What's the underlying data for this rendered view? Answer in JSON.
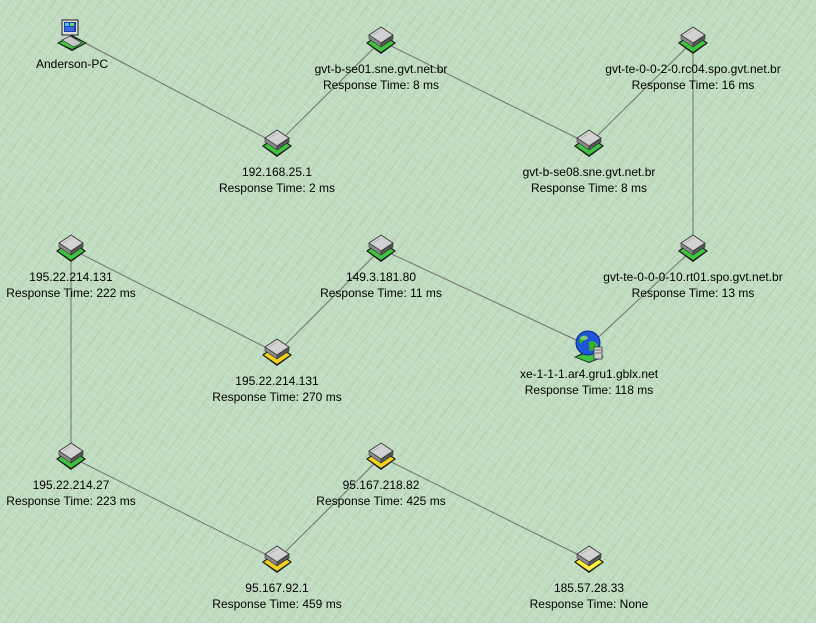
{
  "nodes": [
    {
      "id": "anderson-pc",
      "type": "pc",
      "status": "ok",
      "name": "Anderson-PC",
      "response": ""
    },
    {
      "id": "gw",
      "type": "router",
      "status": "ok",
      "name": "192.168.25.1",
      "response": "Response Time: 2 ms"
    },
    {
      "id": "se01",
      "type": "router",
      "status": "ok",
      "name": "gvt-b-se01.sne.gvt.net.br",
      "response": "Response Time: 8 ms"
    },
    {
      "id": "se08",
      "type": "router",
      "status": "ok",
      "name": "gvt-b-se08.sne.gvt.net.br",
      "response": "Response Time: 8 ms"
    },
    {
      "id": "rc04",
      "type": "router",
      "status": "ok",
      "name": "gvt-te-0-0-2-0.rc04.spo.gvt.net.br",
      "response": "Response Time: 16 ms"
    },
    {
      "id": "rt01",
      "type": "router",
      "status": "ok",
      "name": "gvt-te-0-0-0-10.rt01.spo.gvt.net.br",
      "response": "Response Time: 13 ms"
    },
    {
      "id": "gblx",
      "type": "globe",
      "status": "ok",
      "name": "xe-1-1-1.ar4.gru1.gblx.net",
      "response": "Response Time: 118 ms"
    },
    {
      "id": "n149",
      "type": "router",
      "status": "ok",
      "name": "149.3.181.80",
      "response": "Response Time: 11 ms"
    },
    {
      "id": "n195b",
      "type": "router",
      "status": "warn",
      "name": "195.22.214.131",
      "response": "Response Time: 270 ms"
    },
    {
      "id": "n195a",
      "type": "router",
      "status": "ok",
      "name": "195.22.214.131",
      "response": "Response Time: 222 ms"
    },
    {
      "id": "n19527",
      "type": "router",
      "status": "ok",
      "name": "195.22.214.27",
      "response": "Response Time: 223 ms"
    },
    {
      "id": "n9592",
      "type": "router",
      "status": "warn",
      "name": "95.167.92.1",
      "response": "Response Time: 459 ms"
    },
    {
      "id": "n95218",
      "type": "router",
      "status": "warn",
      "name": "95.167.218.82",
      "response": "Response Time: 425 ms"
    },
    {
      "id": "n18557",
      "type": "router",
      "status": "down",
      "name": "185.57.28.33",
      "response": "Response Time: None"
    }
  ],
  "links": [
    [
      "anderson-pc",
      "gw"
    ],
    [
      "gw",
      "se01"
    ],
    [
      "se01",
      "se08"
    ],
    [
      "se08",
      "rc04"
    ],
    [
      "rc04",
      "rt01"
    ],
    [
      "rt01",
      "gblx"
    ],
    [
      "gblx",
      "n149"
    ],
    [
      "n149",
      "n195b"
    ],
    [
      "n195b",
      "n195a"
    ],
    [
      "n195a",
      "n19527"
    ],
    [
      "n19527",
      "n9592"
    ],
    [
      "n9592",
      "n95218"
    ],
    [
      "n95218",
      "n18557"
    ]
  ],
  "colors": {
    "ok": "#3ec43e",
    "warn": "#f2d21e",
    "down": "#fff23a",
    "link": "#707070"
  }
}
